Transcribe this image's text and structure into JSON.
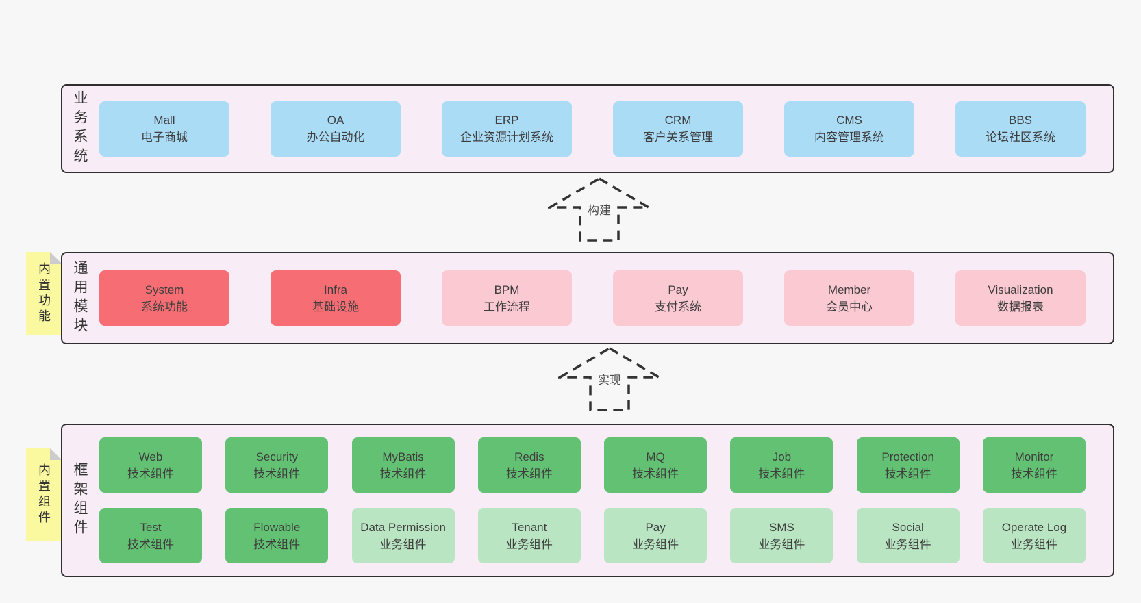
{
  "colors": {
    "page_bg": "#f7f7f7",
    "band_bg": "#f8edf6",
    "band_border": "#2f2f2f",
    "text": "#3d3d3d",
    "label_text": "#333333",
    "tag_bg": "#fbf9a0",
    "tag_fold": "#cccccc",
    "arrow": "#333333",
    "arrow_label": "#4a4a4a",
    "blue": "#aadcf6",
    "red": "#f66e73",
    "pink": "#fbc9d2",
    "green": "#63c173",
    "light_green": "#b9e5c2"
  },
  "arrows": [
    {
      "label": "构建"
    },
    {
      "label": "实现"
    }
  ],
  "bands": [
    {
      "label": "业务系统",
      "rows": [
        [
          {
            "en": "Mall",
            "zh": "电子商城",
            "variant": "blue"
          },
          {
            "en": "OA",
            "zh": "办公自动化",
            "variant": "blue"
          },
          {
            "en": "ERP",
            "zh": "企业资源计划系统",
            "variant": "blue"
          },
          {
            "en": "CRM",
            "zh": "客户关系管理",
            "variant": "blue"
          },
          {
            "en": "CMS",
            "zh": "内容管理系统",
            "variant": "blue"
          },
          {
            "en": "BBS",
            "zh": "论坛社区系统",
            "variant": "blue"
          }
        ]
      ]
    },
    {
      "label": "通用模块",
      "tag": "内置功能",
      "rows": [
        [
          {
            "en": "System",
            "zh": "系统功能",
            "variant": "red"
          },
          {
            "en": "Infra",
            "zh": "基础设施",
            "variant": "red"
          },
          {
            "en": "BPM",
            "zh": "工作流程",
            "variant": "pink"
          },
          {
            "en": "Pay",
            "zh": "支付系统",
            "variant": "pink"
          },
          {
            "en": "Member",
            "zh": "会员中心",
            "variant": "pink"
          },
          {
            "en": "Visualization",
            "zh": "数据报表",
            "variant": "pink"
          }
        ]
      ]
    },
    {
      "label": "框架组件",
      "tag": "内置组件",
      "rows": [
        [
          {
            "en": "Web",
            "zh": "技术组件",
            "variant": "green"
          },
          {
            "en": "Security",
            "zh": "技术组件",
            "variant": "green"
          },
          {
            "en": "MyBatis",
            "zh": "技术组件",
            "variant": "green"
          },
          {
            "en": "Redis",
            "zh": "技术组件",
            "variant": "green"
          },
          {
            "en": "MQ",
            "zh": "技术组件",
            "variant": "green"
          },
          {
            "en": "Job",
            "zh": "技术组件",
            "variant": "green"
          },
          {
            "en": "Protection",
            "zh": "技术组件",
            "variant": "green"
          },
          {
            "en": "Monitor",
            "zh": "技术组件",
            "variant": "green"
          }
        ],
        [
          {
            "en": "Test",
            "zh": "技术组件",
            "variant": "green"
          },
          {
            "en": "Flowable",
            "zh": "技术组件",
            "variant": "green"
          },
          {
            "en": "Data Permission",
            "zh": "业务组件",
            "variant": "light_green"
          },
          {
            "en": "Tenant",
            "zh": "业务组件",
            "variant": "light_green"
          },
          {
            "en": "Pay",
            "zh": "业务组件",
            "variant": "light_green"
          },
          {
            "en": "SMS",
            "zh": "业务组件",
            "variant": "light_green"
          },
          {
            "en": "Social",
            "zh": "业务组件",
            "variant": "light_green"
          },
          {
            "en": "Operate Log",
            "zh": "业务组件",
            "variant": "light_green"
          }
        ]
      ]
    }
  ]
}
